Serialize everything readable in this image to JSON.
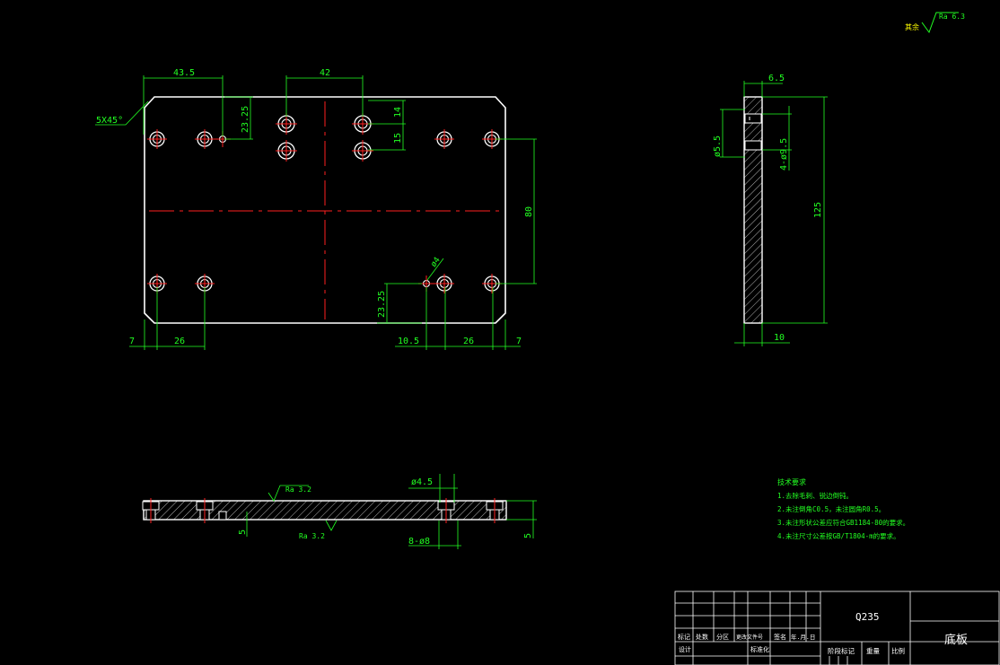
{
  "surface_roughness_note": {
    "prefix": "其余",
    "value": "Ra 6.3"
  },
  "front_view": {
    "chamfer": "5X45°",
    "dim_left_hole_offset": "43.5",
    "dim_center_holes_spacing": "42",
    "dim_top_edge_to_hole": "23.25",
    "dim_counterbore_height": "14",
    "dim_pin_holes_spacing": "15",
    "dim_row_spacing": "80",
    "dim_bottom_edge_to_hole": "23.25",
    "dim_small_hole": "ø4",
    "dim_left_edge": "7",
    "dim_left_pitch": "26",
    "dim_right_offset": "10.5",
    "dim_right_pitch": "26",
    "dim_right_edge": "7"
  },
  "side_view": {
    "dim_top_counterbore": "6.5",
    "dim_hole_dia": "ø5.5",
    "dim_counterbore": "4-ø9.5",
    "dim_height": "125",
    "dim_thickness": "10"
  },
  "section_view": {
    "roughness_top": "Ra 3.2",
    "roughness_bottom": "Ra 3.2",
    "dim_counterbore_dia": "ø4.5",
    "dim_holes": "8-ø8",
    "dim_left_thickness": "5",
    "dim_right_thickness": "5"
  },
  "technical_requirements": {
    "title": "技术要求",
    "items": [
      "1.去除毛刺、锐边倒钝。",
      "2.未注倒角C0.5，未注圆角R0.5。",
      "3.未注形状公差应符合GB1184-80的要求。",
      "4.未注尺寸公差按GB/T1804-m的要求。"
    ]
  },
  "title_block": {
    "material": "Q235",
    "part_name": "底板",
    "row_labels": [
      "标记",
      "处数",
      "分区",
      "更改文件号",
      "签名",
      "年.月.日"
    ],
    "designer_label": "设计",
    "standard_label": "标准化",
    "stage_label": "阶段标记",
    "weight_label": "重量",
    "scale_label": "比例"
  }
}
